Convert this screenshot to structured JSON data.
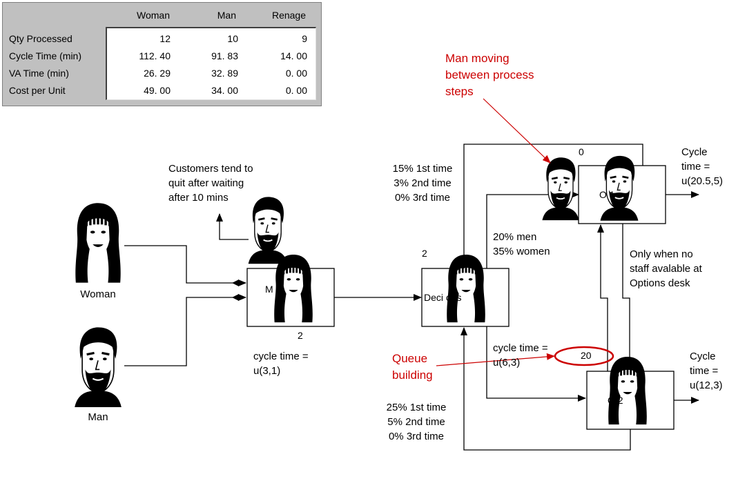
{
  "stats": {
    "columns": [
      "Woman",
      "Man",
      "Renage"
    ],
    "rows": [
      {
        "label": "Qty Processed",
        "values": [
          "12",
          "10",
          "9"
        ]
      },
      {
        "label": "Cycle Time (min)",
        "values": [
          "112. 40",
          "91. 83",
          "14. 00"
        ]
      },
      {
        "label": "VA Time (min)",
        "values": [
          "26. 29",
          "32. 89",
          "0. 00"
        ]
      },
      {
        "label": "Cost per Unit",
        "values": [
          "49. 00",
          "34. 00",
          "0. 00"
        ]
      }
    ]
  },
  "sources": {
    "woman_label": "Woman",
    "man_label": "Man"
  },
  "notes": {
    "renege": "Customers tend to\nquit after waiting\nafter 10 mins",
    "meet_cycle": "cycle time =\nu(3,1)",
    "meet_box": "M       d",
    "meet_count": "2",
    "decision_box": "Deci          ons",
    "decision_count": "2",
    "upper_rework": "15% 1st time\n3% 2nd time\n0% 3rd time",
    "split": "20% men\n35% women",
    "decision_cycle": "cycle time =\nu(6,3)",
    "lower_rework": "25% 1st time\n5% 2nd time\n0% 3rd time",
    "options_box": "O          1",
    "options_count": "0",
    "options_cycle": "Cycle\ntime =\nu(20.5,5)",
    "overflow": "Only when no\nstaff avalable at\nOptions desk",
    "lower_box": "O          2",
    "lower_cycle": "Cycle\ntime =\nu(12,3)",
    "queue_value": "20"
  },
  "annotations": {
    "man_moving": "Man moving\nbetween process\nsteps",
    "queue_building": "Queue\nbuilding",
    "color": "#cc0000"
  }
}
